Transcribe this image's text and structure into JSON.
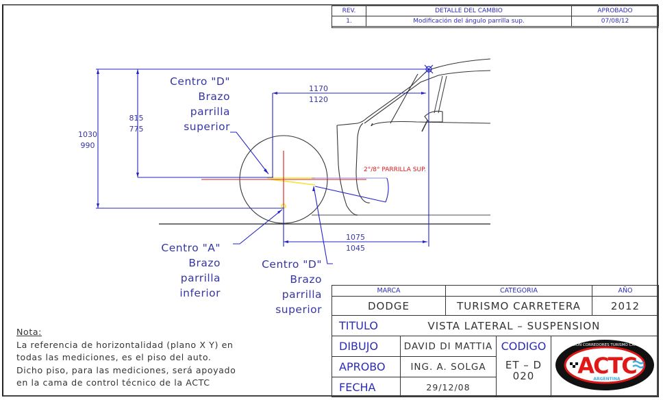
{
  "revision_table": {
    "headers": {
      "rev": "REV.",
      "detail": "DETALLE DEL CAMBIO",
      "approved": "APROBADO"
    },
    "rows": [
      {
        "rev": "1.",
        "detail": "Modificación del ángulo parrilla sup.",
        "approved": "07/08/12"
      }
    ]
  },
  "drawing": {
    "dimensions": {
      "height_total": {
        "primary": "1030",
        "secondary": "990"
      },
      "height_upper_d": {
        "primary": "815",
        "secondary": "775"
      },
      "horiz_upper": {
        "primary": "1170",
        "secondary": "1120"
      },
      "horiz_lower": {
        "primary": "1075",
        "secondary": "1045"
      }
    },
    "angle_label": "2°/8° PARRILLA SUP.",
    "labels": {
      "centro_d_top": [
        "Centro \"D\"",
        "Brazo",
        "parrilla",
        "superior"
      ],
      "centro_a": [
        "Centro \"A\"",
        "Brazo",
        "parrilla",
        "inferior"
      ],
      "centro_d_bottom": [
        "Centro \"D\"",
        "Brazo",
        "parrilla",
        "superior"
      ]
    },
    "colors": {
      "dimension": "#2323c8",
      "axis": "#d81818",
      "reference": "#f0e020",
      "outline": "#333333"
    }
  },
  "note": {
    "title": "Nota:",
    "lines": [
      "La referencia de horizontalidad (plano X Y) en",
      "todas las mediciones, es el piso del auto.",
      "Dicho piso, para las mediciones, será apoyado",
      "en la cama de control técnico de la ACTC"
    ]
  },
  "title_block": {
    "marca_label": "MARCA",
    "marca": "DODGE",
    "categoria_label": "CATEGORIA",
    "categoria": "TURISMO CARRETERA",
    "anio_label": "AÑO",
    "anio": "2012",
    "titulo_label": "TITULO",
    "titulo": "VISTA LATERAL – SUSPENSION",
    "dibujo_label": "DIBUJO",
    "dibujo": "DAVID DI MATTIA",
    "aprobo_label": "APROBO",
    "aprobo": "ING. A. SOLGA",
    "fecha_label": "FECHA",
    "fecha": "29/12/08",
    "codigo_label": "CODIGO",
    "codigo_line1": "ET – D",
    "codigo_line2": "020",
    "logo": {
      "main": "ACTC",
      "ring_text": "ASOCIACION CORREDORES TURISMO CARRETERA",
      "country": "ARGENTINA"
    }
  }
}
